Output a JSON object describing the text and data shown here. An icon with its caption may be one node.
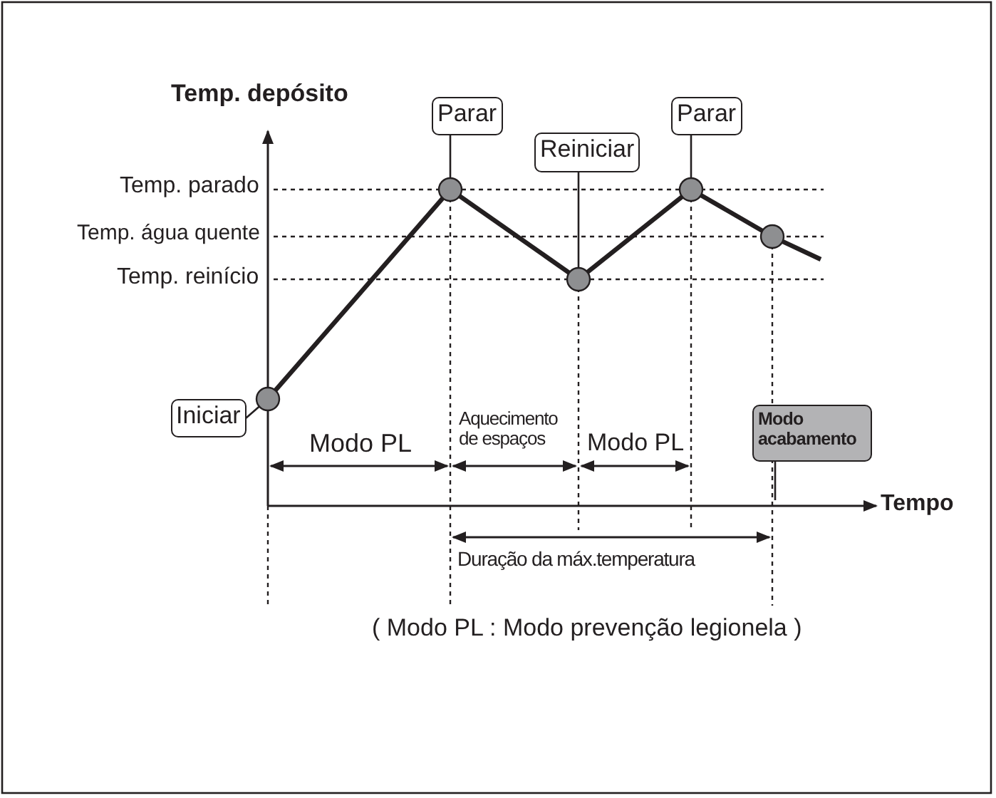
{
  "diagram": {
    "nodes": [
      {
        "text": [
          "Iniciar"
        ]
      },
      {
        "text": [
          "Parar"
        ]
      },
      {
        "text": [
          "Reiniciar"
        ]
      },
      {
        "text": [
          "Parar"
        ]
      },
      {
        "text": [
          "Modo acabamento"
        ]
      },
      {
        "text": [],
        "shape": "circle"
      },
      {
        "text": [],
        "shape": "circle"
      },
      {
        "text": [],
        "shape": "circle"
      },
      {
        "text": [],
        "shape": "circle"
      },
      {
        "text": [],
        "shape": "circle"
      }
    ],
    "edges": [
      {
        "from": 0,
        "to": 5,
        "arrow": "none"
      },
      {
        "from": 1,
        "to": 6,
        "arrow": "none"
      },
      {
        "from": 2,
        "to": 7,
        "arrow": "none"
      },
      {
        "from": 3,
        "to": 8,
        "arrow": "none"
      },
      {
        "from": 4,
        "to": null,
        "arrow": "none"
      },
      {
        "from": 5,
        "to": 6,
        "arrow": "none",
        "style": "thick"
      },
      {
        "from": 6,
        "to": 7,
        "arrow": "none",
        "style": "thick"
      },
      {
        "from": 7,
        "to": 8,
        "arrow": "none",
        "style": "thick"
      },
      {
        "from": 8,
        "to": 9,
        "arrow": "none",
        "style": "thick"
      },
      {
        "from": 9,
        "to": null,
        "arrow": "none",
        "style": "thick"
      }
    ],
    "labels": [
      "Temp. depósito",
      "Temp. parado",
      "Temp. água quente",
      "Temp. reinício",
      "Modo PL",
      "Aquecimento de espaços",
      "Modo PL",
      "Tempo",
      "Duração da máx.temperatura",
      "( Modo PL : Modo prevenção legionela )"
    ]
  }
}
